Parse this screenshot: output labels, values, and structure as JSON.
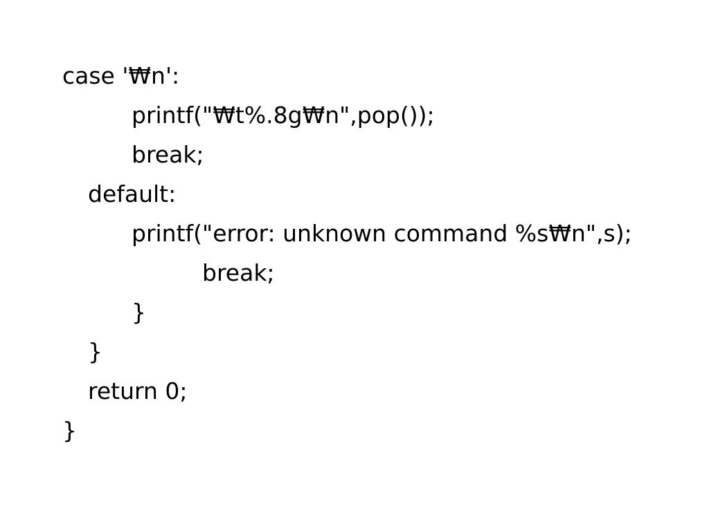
{
  "code": {
    "lines": [
      "case '₩n':",
      "printf(\"₩t%.8g₩n\",pop());",
      "break;",
      "default:",
      "printf(\"error: unknown command %s₩n\",s);",
      "break;",
      "}",
      "}",
      "return 0;",
      "}"
    ]
  }
}
